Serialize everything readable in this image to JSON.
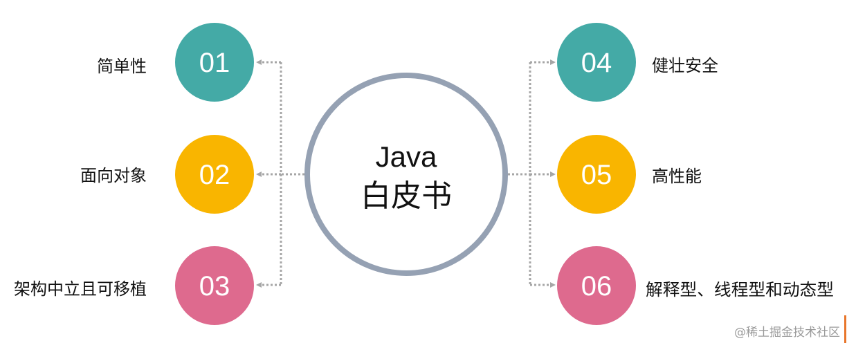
{
  "center": {
    "line1": "Java",
    "line2": "白皮书",
    "ring_color": "#95a1b3"
  },
  "items": [
    {
      "number": "01",
      "label": "简单性",
      "color": "#44aaa6"
    },
    {
      "number": "02",
      "label": "面向对象",
      "color": "#f9b500"
    },
    {
      "number": "03",
      "label": "架构中立且可移植",
      "color": "#de6a8e"
    },
    {
      "number": "04",
      "label": "健壮安全",
      "color": "#44aaa6"
    },
    {
      "number": "05",
      "label": "高性能",
      "color": "#f9b500"
    },
    {
      "number": "06",
      "label": "解释型、线程型和动态型",
      "color": "#de6a8e"
    }
  ],
  "connector_color": "#a6a6a6",
  "watermark": "@稀土掘金技术社区"
}
